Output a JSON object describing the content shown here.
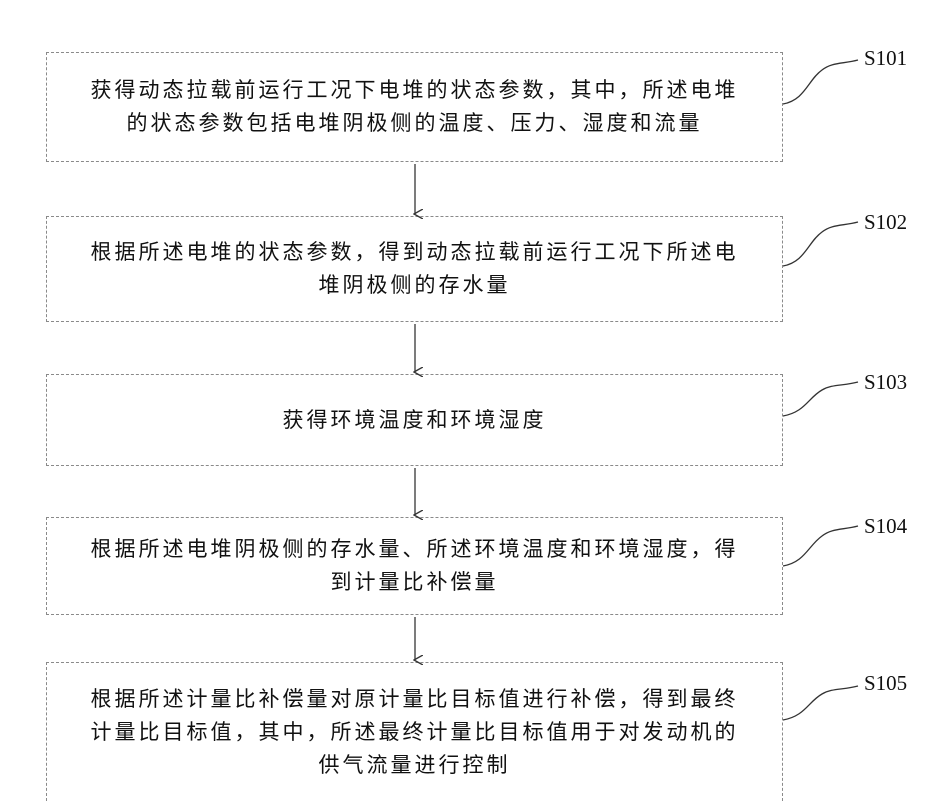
{
  "steps": [
    {
      "id": "S101",
      "text": "获得动态拉载前运行工况下电堆的状态参数，其中，所述电堆\n的状态参数包括电堆阴极侧的温度、压力、湿度和流量"
    },
    {
      "id": "S102",
      "text": "根据所述电堆的状态参数，得到动态拉载前运行工况下所述电\n堆阴极侧的存水量"
    },
    {
      "id": "S103",
      "text": "获得环境温度和环境湿度"
    },
    {
      "id": "S104",
      "text": "根据所述电堆阴极侧的存水量、所述环境温度和环境湿度，得\n到计量比补偿量"
    },
    {
      "id": "S105",
      "text": "根据所述计量比补偿量对原计量比目标值进行补偿，得到最终\n计量比目标值，其中，所述最终计量比目标值用于对发动机的\n供气流量进行控制"
    }
  ]
}
